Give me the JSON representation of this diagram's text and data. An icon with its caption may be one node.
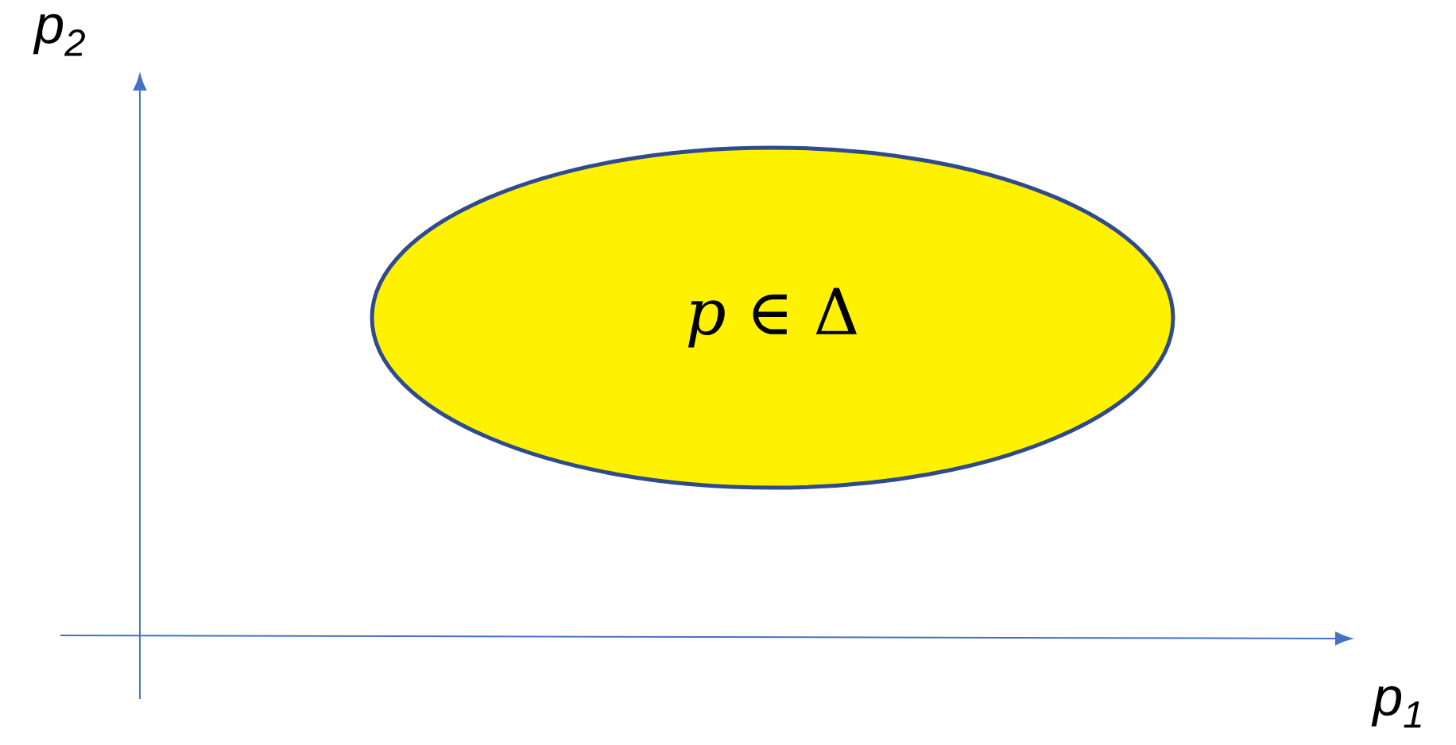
{
  "diagram": {
    "nodes": [
      {
        "text": [
          "*p* ∈ Δ"
        ]
      }
    ],
    "edges": [],
    "labels": [
      "p$_{2}$",
      "p$_{1}$"
    ]
  }
}
